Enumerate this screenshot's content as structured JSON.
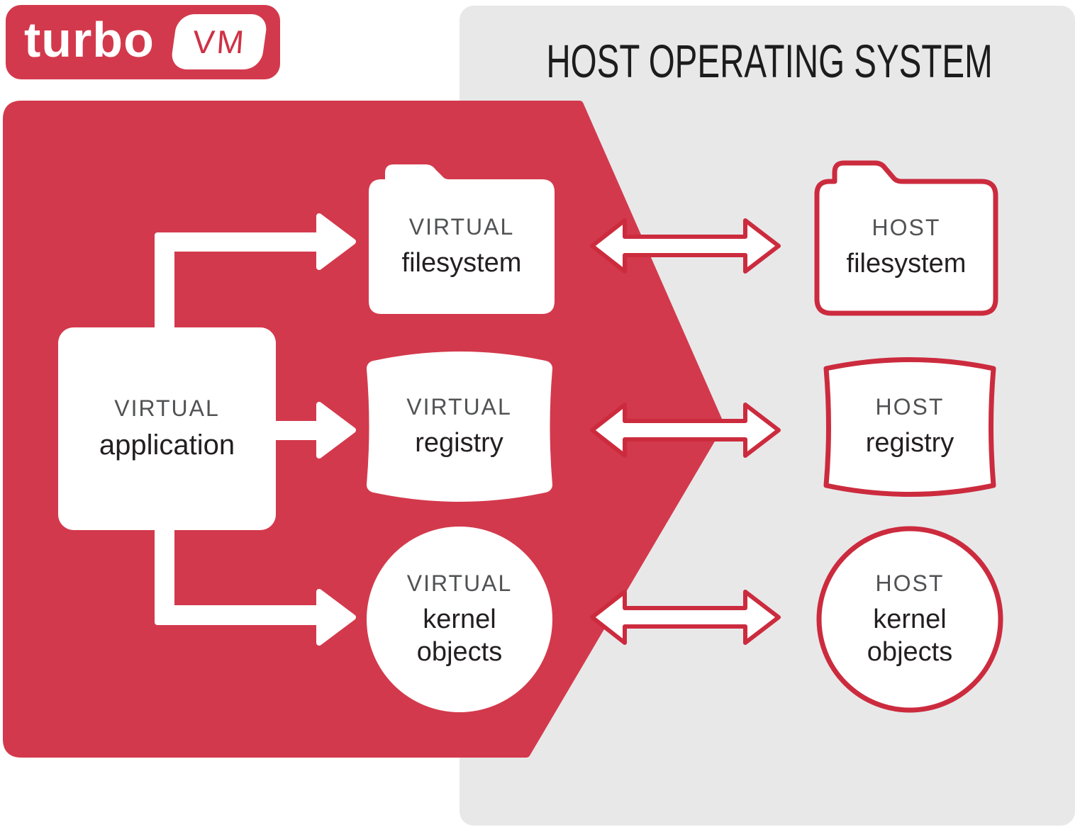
{
  "logo": {
    "brand": "turbo",
    "badge": "VM"
  },
  "host": {
    "title": "HOST OPERATING SYSTEM",
    "filesystem": {
      "line1": "HOST",
      "line2": "filesystem"
    },
    "registry": {
      "line1": "HOST",
      "line2": "registry"
    },
    "kernel": {
      "line1": "HOST",
      "line2": "kernel",
      "line3": "objects"
    }
  },
  "virtual": {
    "application": {
      "line1": "VIRTUAL",
      "line2": "application"
    },
    "filesystem": {
      "line1": "VIRTUAL",
      "line2": "filesystem"
    },
    "registry": {
      "line1": "VIRTUAL",
      "line2": "registry"
    },
    "kernel": {
      "line1": "VIRTUAL",
      "line2": "kernel",
      "line3": "objects"
    }
  },
  "colors": {
    "brand_red": "#d3394c",
    "arrow_stroke_red": "#cc2b3e",
    "host_panel_gray": "#e8e8e9",
    "label_gray": "#515254",
    "label_dark": "#231f20",
    "title_dark": "#1c1c1c",
    "shape_fill": "#ffffff"
  }
}
